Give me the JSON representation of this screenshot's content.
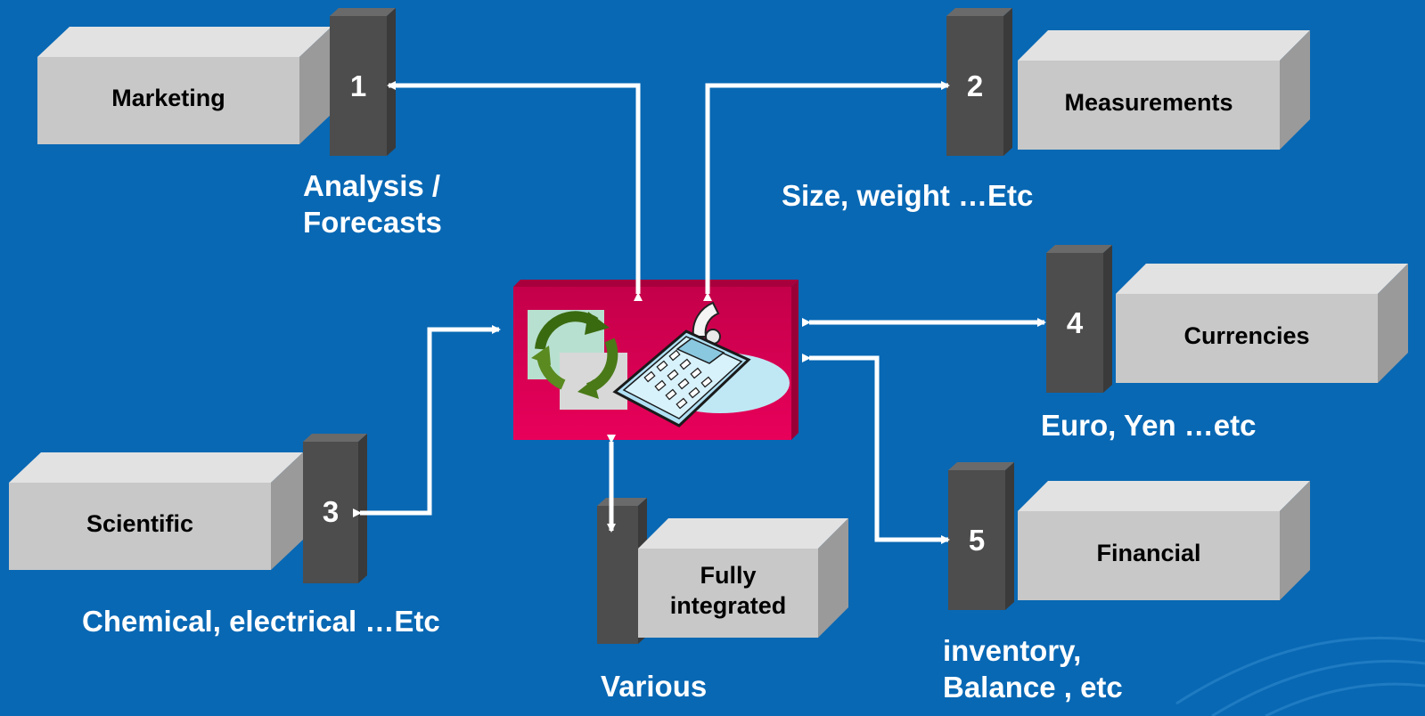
{
  "diagram": {
    "boxes": [
      {
        "number": "1",
        "label": "Marketing",
        "caption": "Analysis /\nForecasts"
      },
      {
        "number": "2",
        "label": "Measurements",
        "caption": "Size, weight …Etc"
      },
      {
        "number": "3",
        "label": "Scientific",
        "caption": "Chemical, electrical …Etc"
      },
      {
        "number": "4",
        "label": "Currencies",
        "caption": "Euro, Yen …etc"
      },
      {
        "number": "5",
        "label": "Financial",
        "caption": "inventory,\nBalance , etc"
      },
      {
        "number": "",
        "label": "Fully\nintegrated",
        "caption": "Various"
      }
    ],
    "center_icons": [
      "recycle-arrows-icon",
      "calculator-icon"
    ],
    "colors": {
      "background": "#0868b4",
      "box_face": "#c8c8c8",
      "pillar": "#4d4d4d",
      "center_block": "#d8004f",
      "connector": "#ffffff"
    }
  }
}
